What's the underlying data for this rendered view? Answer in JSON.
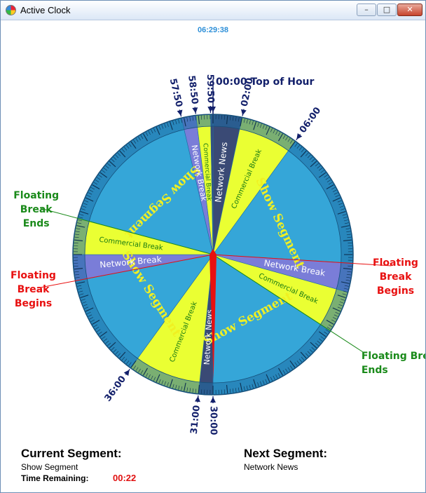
{
  "window": {
    "title": "Active Clock",
    "minimize_glyph": "–",
    "maximize_glyph": "□",
    "close_glyph": "✕"
  },
  "clock": {
    "current_time": "06:29:38",
    "elapsed_fraction_of_hour": 0.4994,
    "face_color": "#35a6d8",
    "rim_color": "#1e6ea6",
    "hand_color": "#e81010",
    "segments": [
      {
        "label": "Network News",
        "start": 0.0,
        "end": 2.0,
        "fill": "#3a4a75",
        "text": "#ffffff",
        "size": 12
      },
      {
        "label": "Commercial Break",
        "start": 2.0,
        "end": 6.0,
        "fill": "#eaff33",
        "text": "#1a7a12",
        "size": 10
      },
      {
        "label": "Show Segment",
        "start": 6.0,
        "end": 15.6,
        "fill": "#35a6d8",
        "text": "#f0f022",
        "size": 17,
        "bold": true
      },
      {
        "label": "Network Break",
        "start": 15.6,
        "end": 17.6,
        "fill": "#7a7dd8",
        "text": "#ffffff",
        "size": 12
      },
      {
        "label": "Commercial Break",
        "start": 17.6,
        "end": 20.5,
        "fill": "#eaff33",
        "text": "#1a7a12",
        "size": 10
      },
      {
        "label": "Show Segment",
        "start": 20.5,
        "end": 30.0,
        "fill": "#35a6d8",
        "text": "#f0f022",
        "size": 17,
        "bold": true
      },
      {
        "label": "Network News",
        "start": 30.0,
        "end": 31.0,
        "fill": "#3a4a75",
        "text": "#ffffff",
        "size": 11
      },
      {
        "label": "Commercial Break",
        "start": 31.0,
        "end": 36.0,
        "fill": "#eaff33",
        "text": "#1a7a12",
        "size": 10
      },
      {
        "label": "Show Segment",
        "start": 36.0,
        "end": 43.2,
        "fill": "#35a6d8",
        "text": "#f0f022",
        "size": 17,
        "bold": true
      },
      {
        "label": "Network Break",
        "start": 43.2,
        "end": 45.0,
        "fill": "#7a7dd8",
        "text": "#ffffff",
        "size": 12
      },
      {
        "label": "Commercial Break",
        "start": 45.0,
        "end": 47.5,
        "fill": "#eaff33",
        "text": "#1a7a12",
        "size": 10
      },
      {
        "label": "Show Segment",
        "start": 47.5,
        "end": 57.833,
        "fill": "#35a6d8",
        "text": "#f0f022",
        "size": 17,
        "bold": true
      },
      {
        "label": "Network Break",
        "start": 57.833,
        "end": 58.833,
        "fill": "#7a7dd8",
        "text": "#ffffff",
        "size": 11
      },
      {
        "label": "Commercial Break",
        "start": 58.833,
        "end": 59.833,
        "fill": "#eaff33",
        "text": "#1a7a12",
        "size": 9
      },
      {
        "label": "Network News",
        "start": 59.833,
        "end": 60.0,
        "fill": "#3a4a75",
        "text": "#ffffff",
        "size": 0
      }
    ],
    "time_marks": [
      {
        "label": "00:00 Top of Hour",
        "minute": 0.0,
        "radial": false
      },
      {
        "label": "02:00",
        "minute": 2.0,
        "radial": true
      },
      {
        "label": "06:00",
        "minute": 6.0,
        "radial": true
      },
      {
        "label": "30:00",
        "minute": 30.0,
        "radial": true
      },
      {
        "label": "31:00",
        "minute": 31.0,
        "radial": true
      },
      {
        "label": "36:00",
        "minute": 36.0,
        "radial": true
      },
      {
        "label": "57:50",
        "minute": 57.833,
        "radial": true
      },
      {
        "label": "58:50",
        "minute": 58.833,
        "radial": true
      },
      {
        "label": "59:50",
        "minute": 59.833,
        "radial": true
      }
    ],
    "floating_markers": [
      {
        "lines": [
          "Floating",
          "Break",
          "Ends"
        ],
        "minute": 47.5,
        "color": "#1a8a1a",
        "side": "left"
      },
      {
        "lines": [
          "Floating",
          "Break",
          "Begins"
        ],
        "minute": 43.2,
        "color": "#e81010",
        "side": "left"
      },
      {
        "lines": [
          "Floating",
          "Break",
          "Begins"
        ],
        "minute": 15.6,
        "color": "#e81010",
        "side": "right"
      },
      {
        "lines": [
          "Floating Break",
          "Ends"
        ],
        "minute": 20.5,
        "color": "#1a8a1a",
        "side": "bottom-right"
      }
    ]
  },
  "footer": {
    "current_heading": "Current Segment:",
    "current_value": "Show Segment",
    "remaining_label": "Time Remaining:",
    "remaining_value": "00:22",
    "next_heading": "Next Segment:",
    "next_value": "Network News"
  }
}
